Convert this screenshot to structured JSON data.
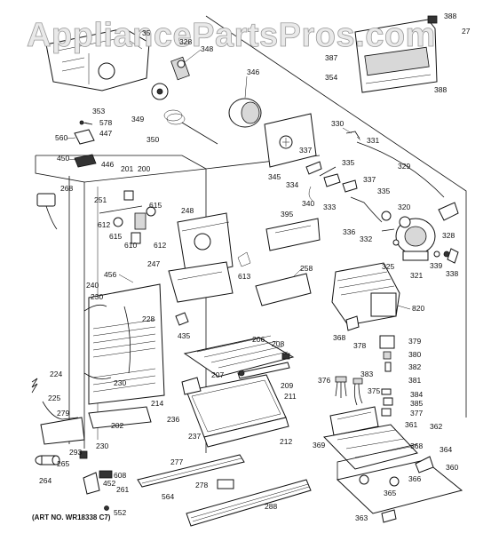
{
  "watermark": "AppliancePartsPros.com",
  "art_number": "(ART NO. WR18338 C7)",
  "part_labels": {
    "p35": "35",
    "p348": "348",
    "p328": "328",
    "p346": "346",
    "p353": "353",
    "p349": "349",
    "p350": "350",
    "p578": "578",
    "p447": "447",
    "p560": "560",
    "p450": "450",
    "p446": "446",
    "p201": "201",
    "p200": "200",
    "p268": "268",
    "p251": "251",
    "p615a": "615",
    "p615b": "615",
    "p612a": "612",
    "p612b": "612",
    "p610": "610",
    "p248": "248",
    "p247": "247",
    "p613": "613",
    "p456": "456",
    "p240": "240",
    "p230a": "230",
    "p228": "228",
    "p435": "435",
    "p224": "224",
    "p225": "225",
    "p279": "279",
    "p230b": "230",
    "p214": "214",
    "p236": "236",
    "p237": "237",
    "p202": "202",
    "p293": "293",
    "p265": "265",
    "p264": "264",
    "p608": "608",
    "p452": "452",
    "p261": "261",
    "p552": "552",
    "p564": "564",
    "p277": "277",
    "p278": "278",
    "p288": "288",
    "p206": "206",
    "p208": "208",
    "p207": "207",
    "p209": "209",
    "p211": "211",
    "p212": "212",
    "p388a": "388",
    "p27": "27",
    "p387": "387",
    "p388b": "388",
    "p354": "354",
    "p330": "330",
    "p331": "331",
    "p345": "345",
    "p337a": "337",
    "p334": "334",
    "p335a": "335",
    "p329": "329",
    "p337b": "337",
    "p340": "340",
    "p333": "333",
    "p335b": "335",
    "p395": "395",
    "p320": "320",
    "p336": "336",
    "p332": "332",
    "p328b": "328",
    "p258": "258",
    "p325": "325",
    "p339": "339",
    "p321": "321",
    "p338": "338",
    "p820": "820",
    "p368a": "368",
    "p378": "378",
    "p379": "379",
    "p380": "380",
    "p382": "382",
    "p376": "376",
    "p383": "383",
    "p381": "381",
    "p375": "375",
    "p384": "384",
    "p385": "385",
    "p377": "377",
    "p361": "361",
    "p362": "362",
    "p369": "369",
    "p368b": "368",
    "p364": "364",
    "p360": "360",
    "p366": "366",
    "p365": "365",
    "p363": "363"
  }
}
